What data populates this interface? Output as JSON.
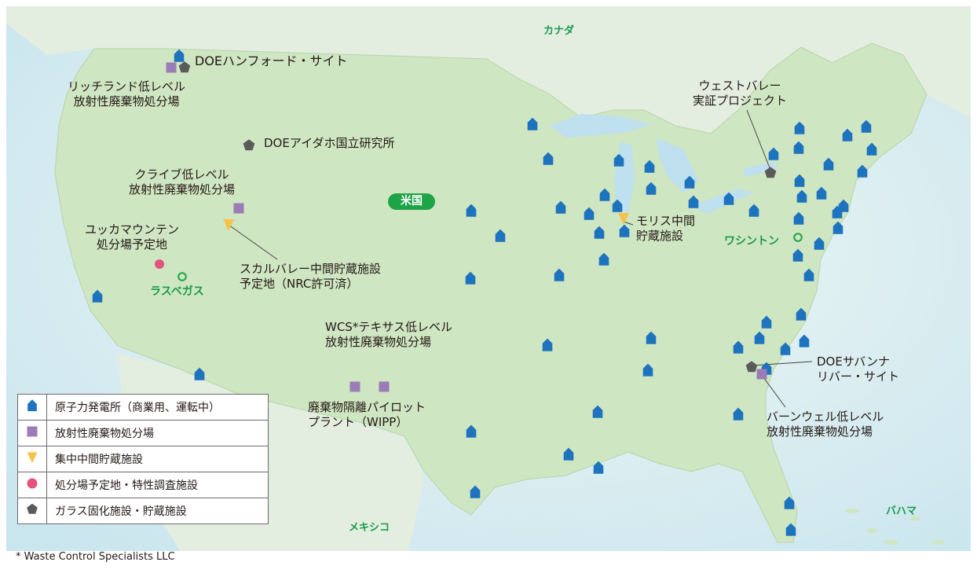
{
  "geo_labels": {
    "canada": "カナダ",
    "usa": "米国",
    "mexico": "メキシコ",
    "bahamas": "バハマ",
    "washington": "ワシントン",
    "las_vegas": "ラスベガス"
  },
  "sites": {
    "hanford": "DOEハンフォード・サイト",
    "richland": [
      "リッチランド低レベル",
      "放射性廃棄物処分場"
    ],
    "idaho": "DOEアイダホ国立研究所",
    "clive": [
      "クライブ低レベル",
      "放射性廃棄物処分場"
    ],
    "yucca": [
      "ユッカマウンテン",
      "処分場予定地"
    ],
    "skull_valley": [
      "スカルバレー中間貯蔵施設",
      "予定地（NRC許可済）"
    ],
    "wcs": [
      "WCS*テキサス低レベル",
      "放射性廃棄物処分場"
    ],
    "wipp": [
      "廃棄物隔離パイロット",
      "プラント（WIPP）"
    ],
    "morris": [
      "モリス中間",
      "貯蔵施設"
    ],
    "west_valley": [
      "ウェストバレー",
      "実証プロジェクト"
    ],
    "savannah": [
      "DOEサバンナ",
      "リバー・サイト"
    ],
    "barnwell": [
      "バーンウェル低レベル",
      "放射性廃棄物処分場"
    ]
  },
  "legend": [
    {
      "symbol": "house-icon",
      "color": "#1e73be",
      "label": "原子力発電所（商業用、運転中）"
    },
    {
      "symbol": "square-icon",
      "color": "#9b7cb6",
      "label": "放射性廃棄物処分場"
    },
    {
      "symbol": "triangle-icon",
      "color": "#f7c24a",
      "label": "集中中間貯蔵施設"
    },
    {
      "symbol": "circle-icon",
      "color": "#e5527d",
      "label": "処分場予定地・特性調査施設"
    },
    {
      "symbol": "pentagon-icon",
      "color": "#5a5a5a",
      "label": "ガラス固化施設・貯蔵施設"
    }
  ],
  "footnote": "* Waste Control Specialists LLC",
  "colors": {
    "sea": "#d8ecf2",
    "land": "#cfe6c2",
    "neighbor_land": "#e3eee0",
    "lake": "#bfe0ee",
    "plant": "#1e73be",
    "disposal": "#9b7cb6",
    "storage": "#f7c24a",
    "candidate": "#e5527d",
    "vitrification": "#5a5a5a",
    "city": "#1fa347"
  }
}
